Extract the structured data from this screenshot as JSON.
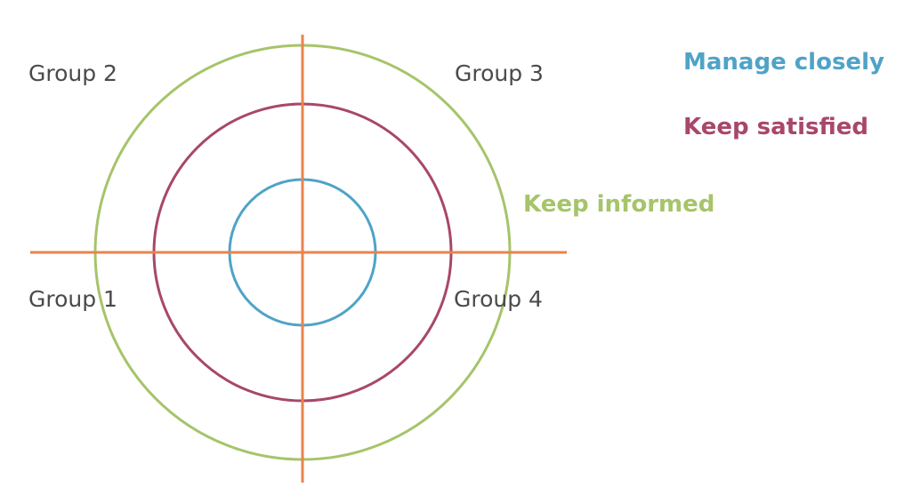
{
  "groups": {
    "top_left": "Group 2",
    "top_right": "Group 3",
    "bottom_left": "Group 1",
    "bottom_right": "Group 4"
  },
  "legend": [
    {
      "label": "Manage closely",
      "color": "#4fa3c7"
    },
    {
      "label": "Keep satisfied",
      "color": "#a8476b"
    },
    {
      "label": "Keep informed",
      "color": "#a6c46a"
    }
  ],
  "colors": {
    "axes": "#e8834f",
    "inner_ring": "#4fa3c7",
    "middle_ring": "#a8476b",
    "outer_ring": "#a6c46a",
    "group_text": "#4a4a4a"
  }
}
